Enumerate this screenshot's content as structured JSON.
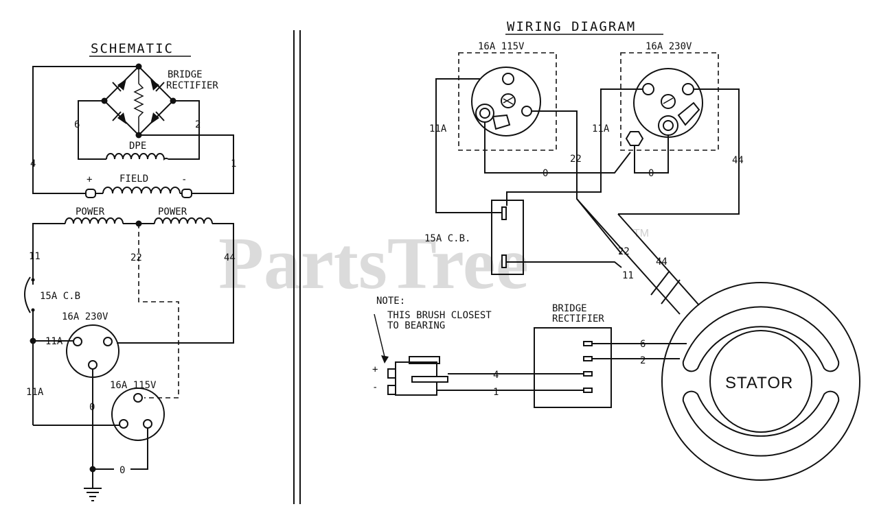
{
  "watermark": {
    "text": "PartsTree",
    "tm": "TM"
  },
  "schematic": {
    "title": "SCHEMATIC",
    "bridge_label_1": "BRIDGE",
    "bridge_label_2": "RECTIFIER",
    "dpe": "DPE",
    "field": "FIELD",
    "plus": "+",
    "minus": "-",
    "power_left": "POWER",
    "power_right": "POWER",
    "wire_6": "6",
    "wire_2": "2",
    "wire_4": "4",
    "wire_1": "1",
    "wire_11": "11",
    "wire_22": "22",
    "wire_44": "44",
    "cb": "15A C.B",
    "recept_230": "16A 230V",
    "recept_115": "16A 115V",
    "wire_11A_top": "11A",
    "wire_11A_side": "11A",
    "wire_0_a": "0",
    "wire_0_b": "0"
  },
  "wiring": {
    "title": "WIRING DIAGRAM",
    "recept_115": "16A 115V",
    "recept_230": "16A 230V",
    "wire_11A_left": "11A",
    "wire_11A_right": "11A",
    "wire_0_left": "0",
    "wire_0_right": "0",
    "wire_22_top": "22",
    "wire_44_top": "44",
    "cb": "15A C.B.",
    "wire_22_bottom": "22",
    "wire_11_bottom": "11",
    "wire_44_bottom": "44",
    "note_title": "NOTE:",
    "note_line1": "THIS BRUSH CLOSEST",
    "note_line2": "TO BEARING",
    "brush_plus": "+",
    "brush_minus": "-",
    "wire_4": "4",
    "wire_1": "1",
    "bridge_label_1": "BRIDGE",
    "bridge_label_2": "RECTIFIER",
    "wire_6": "6",
    "wire_2": "2",
    "stator": "STATOR"
  }
}
